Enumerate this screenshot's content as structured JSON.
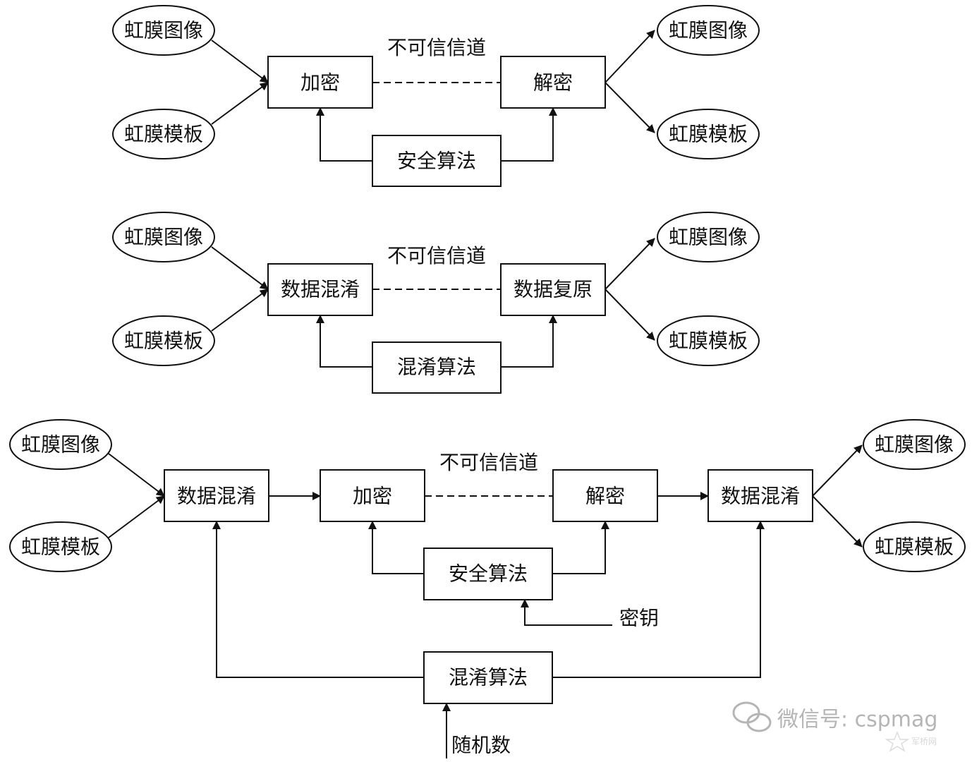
{
  "labels": {
    "iris_image": "虹膜图像",
    "iris_template": "虹膜模板",
    "encrypt": "加密",
    "decrypt": "解密",
    "untrusted_channel": "不可信信道",
    "security_algorithm": "安全算法",
    "data_obfuscation": "数据混淆",
    "data_restore": "数据复原",
    "obfuscation_algorithm": "混淆算法",
    "key": "密钥",
    "random_number": "随机数"
  },
  "watermark": {
    "wechat": "微信号: cspmag",
    "site": "军桥网"
  },
  "colors": {
    "stroke": "#111111",
    "watermark": "#b5b5b5"
  }
}
